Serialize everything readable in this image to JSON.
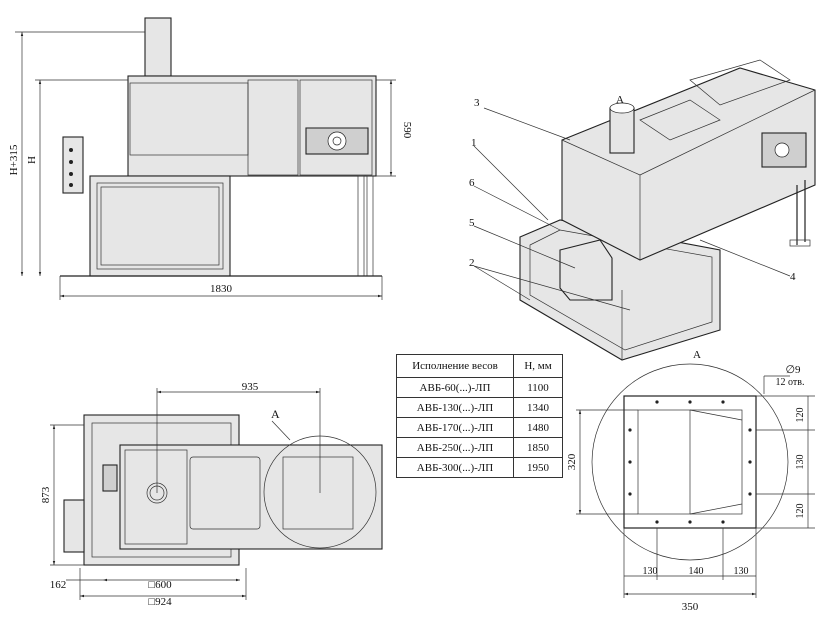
{
  "front_view": {
    "dims": {
      "overall_height": "H+315",
      "height": "H",
      "chamber_height": "590",
      "width": "1830"
    }
  },
  "iso_view": {
    "callouts": [
      "1",
      "2",
      "3",
      "4",
      "5",
      "6"
    ],
    "view_marker": "A"
  },
  "plan_view": {
    "dims": {
      "top": "935",
      "left": "873",
      "offset": "162",
      "inner": "□600",
      "outer": "□924"
    },
    "section_label": "A"
  },
  "detail_view": {
    "title": "A",
    "holes": "∅9",
    "holes_count": "12 отв.",
    "dims_right": [
      "120",
      "130",
      "120"
    ],
    "dim_left": "320",
    "dims_bottom": [
      "130",
      "140",
      "130"
    ],
    "dim_overall": "350"
  },
  "spec_table": {
    "headers": [
      "Исполнение весов",
      "H, мм"
    ],
    "rows": [
      [
        "АВБ-60(...)-ЛП",
        "1100"
      ],
      [
        "АВБ-130(...)-ЛП",
        "1340"
      ],
      [
        "АВБ-170(...)-ЛП",
        "1480"
      ],
      [
        "АВБ-250(...)-ЛП",
        "1850"
      ],
      [
        "АВБ-300(...)-ЛП",
        "1950"
      ]
    ]
  }
}
